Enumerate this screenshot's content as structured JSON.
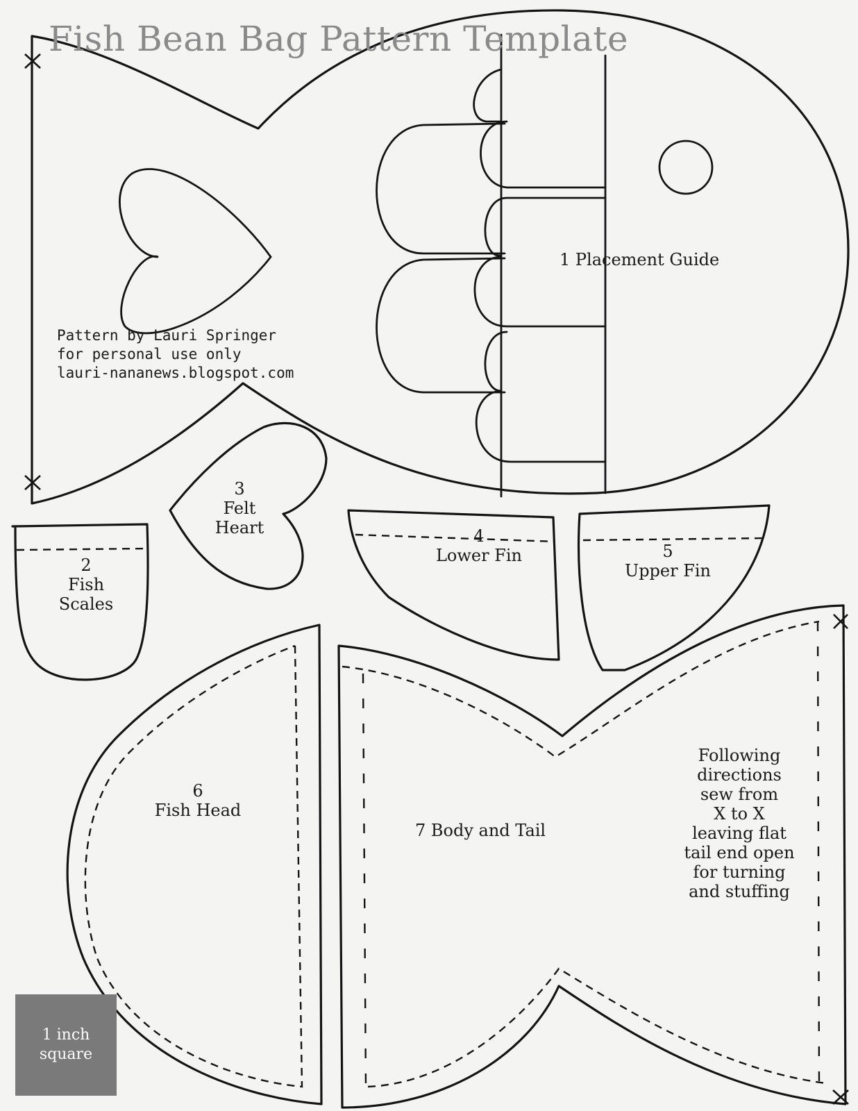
{
  "title": "Fish Bean Bag Pattern Template",
  "credit": {
    "line1": "Pattern by Lauri Springer",
    "line2": "for personal use only",
    "line3": "lauri-nananews.blogspot.com"
  },
  "pieces": {
    "placement_guide": "1  Placement Guide",
    "fish_scales": {
      "number": "2",
      "line1": "Fish",
      "line2": "Scales"
    },
    "felt_heart": {
      "number": "3",
      "line1": "Felt",
      "line2": "Heart"
    },
    "lower_fin": {
      "number": "4",
      "name": "Lower Fin"
    },
    "upper_fin": {
      "number": "5",
      "name": "Upper Fin"
    },
    "fish_head": {
      "number": "6",
      "name": "Fish Head"
    },
    "body_tail": "7 Body and Tail"
  },
  "directions": [
    "Following",
    "directions",
    "sew from",
    "X to X",
    "leaving flat",
    "tail end open",
    "for turning",
    "and stuffing"
  ],
  "scale": {
    "line1": "1 inch",
    "line2": "square"
  }
}
